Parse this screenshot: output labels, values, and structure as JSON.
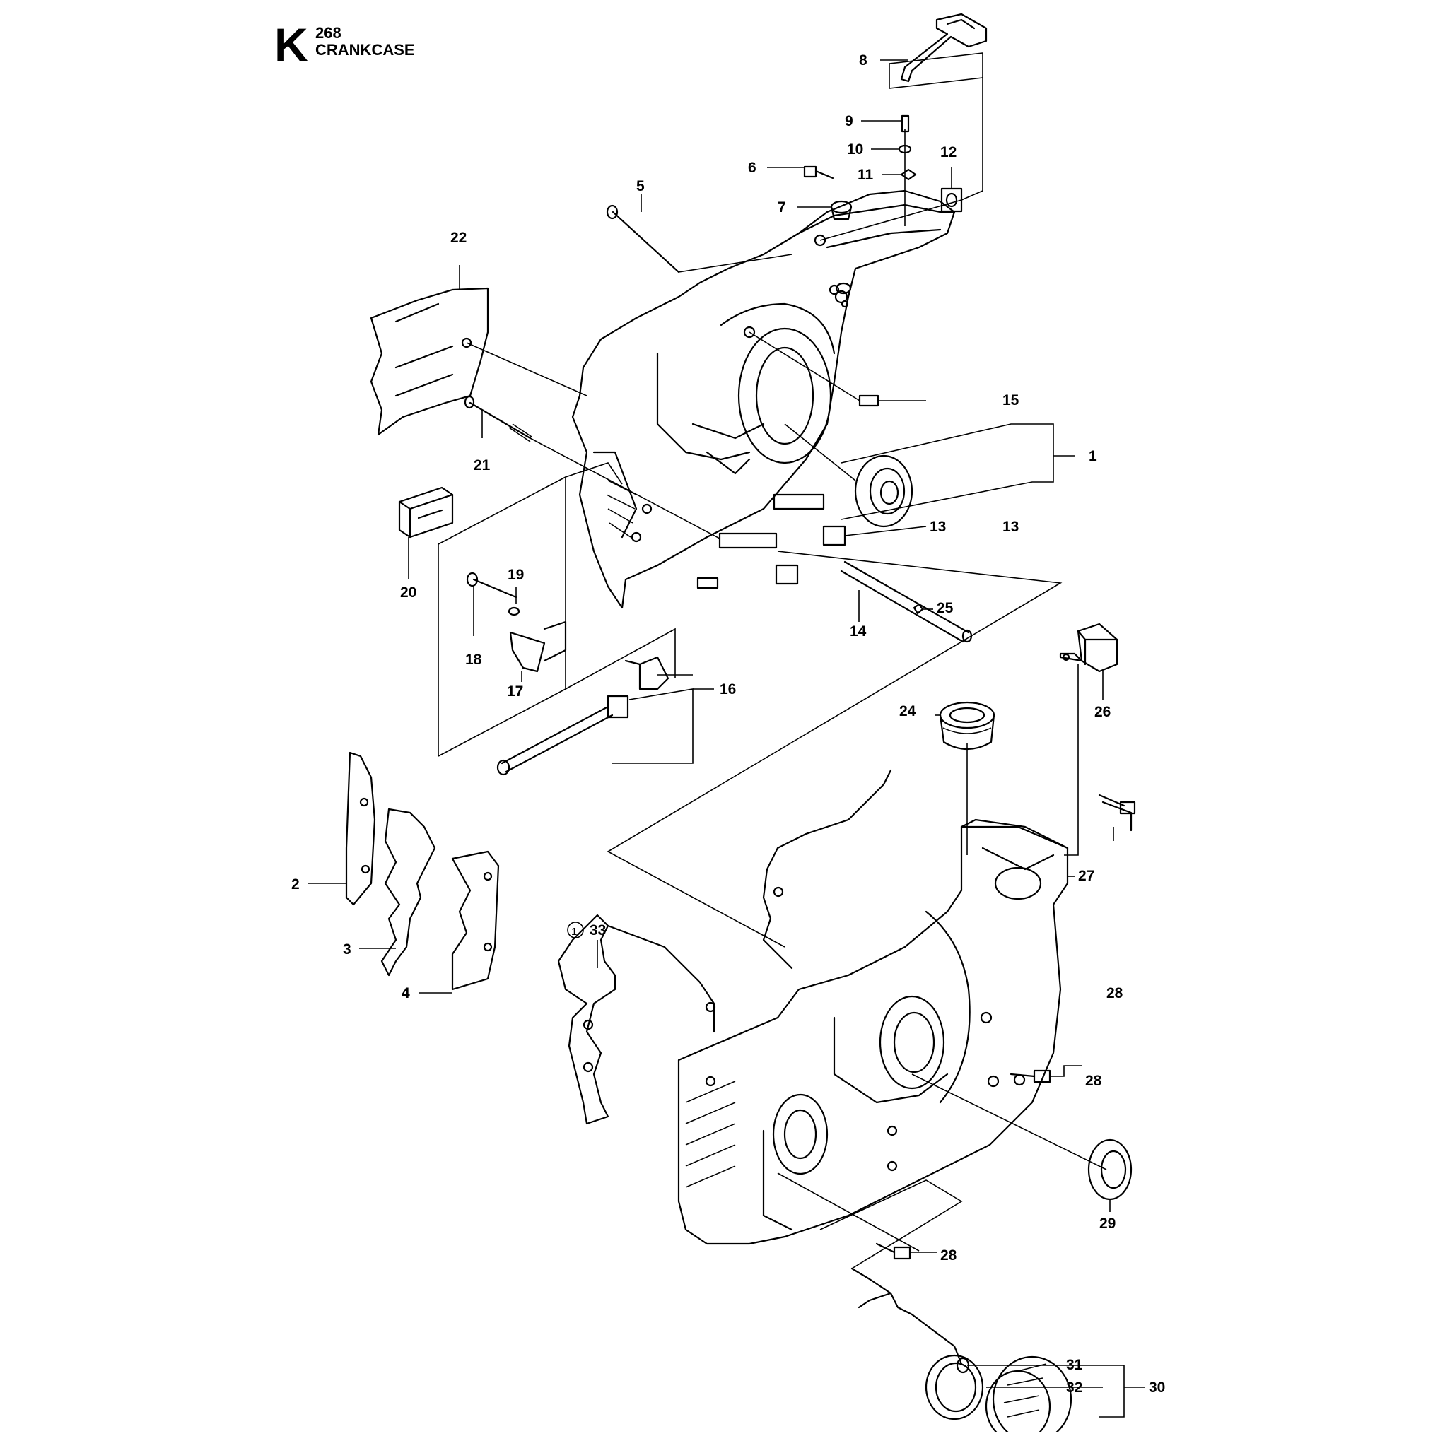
{
  "header": {
    "section_letter": "K",
    "model": "268",
    "title": "CRANKCASE"
  },
  "callouts": [
    {
      "id": "c1",
      "label": "1"
    },
    {
      "id": "c2",
      "label": "2"
    },
    {
      "id": "c3",
      "label": "3"
    },
    {
      "id": "c4",
      "label": "4"
    },
    {
      "id": "c5",
      "label": "5"
    },
    {
      "id": "c6",
      "label": "6"
    },
    {
      "id": "c7",
      "label": "7"
    },
    {
      "id": "c8",
      "label": "8"
    },
    {
      "id": "c9",
      "label": "9"
    },
    {
      "id": "c10",
      "label": "10"
    },
    {
      "id": "c11",
      "label": "11"
    },
    {
      "id": "c12",
      "label": "12"
    },
    {
      "id": "c13a",
      "label": "13"
    },
    {
      "id": "c13b",
      "label": "13"
    },
    {
      "id": "c14",
      "label": "14"
    },
    {
      "id": "c15",
      "label": "15"
    },
    {
      "id": "c16",
      "label": "16"
    },
    {
      "id": "c17",
      "label": "17"
    },
    {
      "id": "c18",
      "label": "18"
    },
    {
      "id": "c19",
      "label": "19"
    },
    {
      "id": "c20",
      "label": "20"
    },
    {
      "id": "c21",
      "label": "21"
    },
    {
      "id": "c22",
      "label": "22"
    },
    {
      "id": "c24",
      "label": "24"
    },
    {
      "id": "c25",
      "label": "25"
    },
    {
      "id": "c26",
      "label": "26"
    },
    {
      "id": "c27",
      "label": "27"
    },
    {
      "id": "c28a",
      "label": "28"
    },
    {
      "id": "c28b",
      "label": "28"
    },
    {
      "id": "c28c",
      "label": "28"
    },
    {
      "id": "c29",
      "label": "29"
    },
    {
      "id": "c30",
      "label": "30"
    },
    {
      "id": "c31",
      "label": "31"
    },
    {
      "id": "c32",
      "label": "32"
    },
    {
      "id": "c33",
      "label": "33",
      "marker": "1"
    }
  ]
}
